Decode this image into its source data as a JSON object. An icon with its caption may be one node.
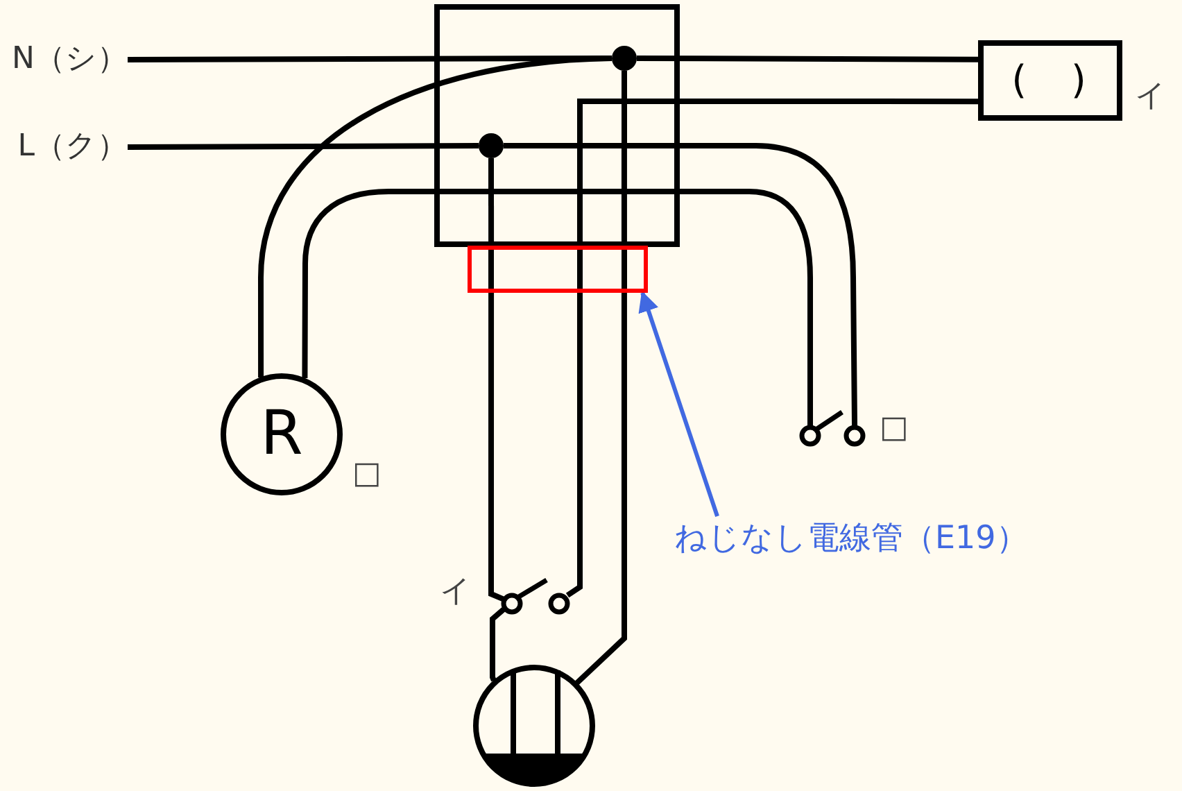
{
  "diagram": {
    "nodes": [
      {
        "text": [
          "N（シ）"
        ]
      },
      {
        "text": [
          "L（ク）"
        ]
      },
      {
        "text": [],
        "shape": "box"
      },
      {
        "text": [],
        "shape": "circle",
        "in": 2
      },
      {
        "text": [],
        "shape": "circle",
        "in": 2
      },
      {
        "text": [
          "(　)"
        ],
        "beside": [
          "イ"
        ]
      },
      {
        "text": [],
        "shape": "box"
      },
      {
        "text": [
          "ねじなし電線管（E19）"
        ]
      },
      {
        "text": [
          "R"
        ],
        "beside": [
          "□"
        ]
      },
      {
        "text": [],
        "shape": "picture",
        "beside": [
          "□"
        ]
      },
      {
        "text": [],
        "shape": "picture",
        "beside": [
          "イ"
        ]
      },
      {
        "text": [],
        "shape": "picture"
      }
    ],
    "edges": [
      {
        "from": 0,
        "to": 3,
        "arrow": "none"
      },
      {
        "from": 3,
        "to": 5,
        "arrow": "none"
      },
      {
        "from": 1,
        "to": 4,
        "arrow": "none"
      },
      {
        "from": 4,
        "to": 9,
        "arrow": "none"
      },
      {
        "from": 3,
        "to": 8,
        "arrow": "none"
      },
      {
        "from": 8,
        "to": 9,
        "arrow": "none"
      },
      {
        "from": 4,
        "to": 6,
        "arrow": "none"
      },
      {
        "from": 6,
        "to": 10,
        "arrow": "none"
      },
      {
        "from": 5,
        "to": 6,
        "arrow": "none"
      },
      {
        "from": 6,
        "to": 10,
        "arrow": "none"
      },
      {
        "from": 3,
        "to": 6,
        "arrow": "none"
      },
      {
        "from": 6,
        "to": 11,
        "arrow": "none"
      },
      {
        "from": 10,
        "to": 11,
        "arrow": "none"
      },
      {
        "from": 7,
        "to": 6,
        "arrow": "to",
        "color": "#4169e1"
      }
    ]
  }
}
